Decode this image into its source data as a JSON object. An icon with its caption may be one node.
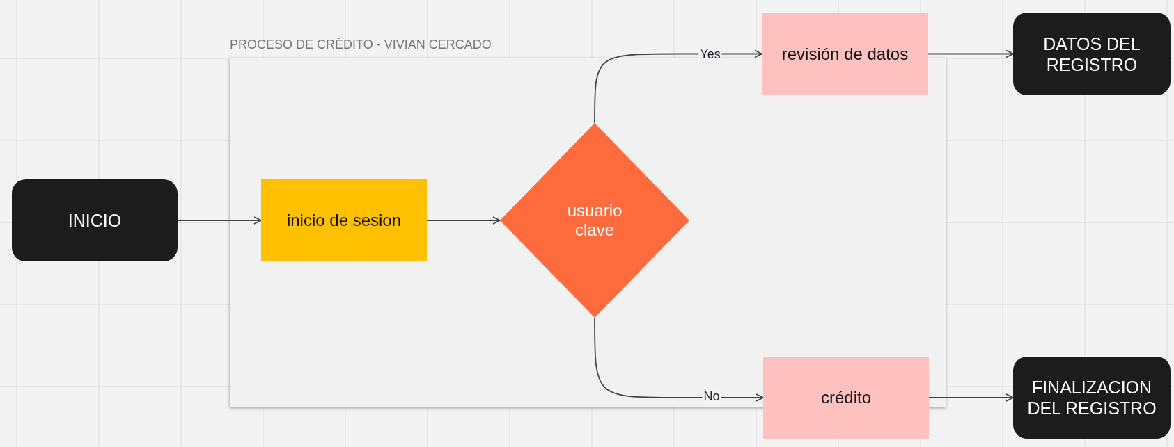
{
  "diagram": {
    "nodes": [
      {
        "text": [
          "INICIO"
        ]
      },
      {
        "text": [
          "PROCESO DE CRÉDITO - VIVIAN CERCADO"
        ]
      },
      {
        "text": [
          "inicio de sesion"
        ],
        "in": 1
      },
      {
        "text": [
          "usuario clave"
        ],
        "in": 1
      },
      {
        "text": [
          "revisión de datos"
        ]
      },
      {
        "text": [
          "crédito"
        ]
      },
      {
        "text": [
          "DATOS DEL REGISTRO"
        ]
      },
      {
        "text": [
          "FINALIZACION DEL REGISTRO"
        ]
      }
    ],
    "edges": [
      {
        "from": 0,
        "to": 2,
        "arrow": "to"
      },
      {
        "from": 2,
        "to": 3,
        "arrow": "to"
      },
      {
        "from": 3,
        "to": 4,
        "arrow": "to",
        "label": "Yes"
      },
      {
        "from": 3,
        "to": 5,
        "arrow": "to",
        "label": "No"
      },
      {
        "from": 4,
        "to": 6,
        "arrow": "to"
      },
      {
        "from": 5,
        "to": 7,
        "arrow": "to"
      }
    ]
  }
}
